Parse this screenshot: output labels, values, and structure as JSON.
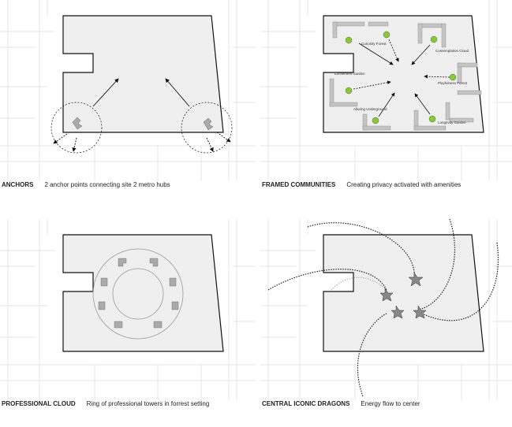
{
  "panels": [
    {
      "title": "ANCHORS",
      "caption": "2 anchor points connecting site 2 metro hubs"
    },
    {
      "title": "FRAMED COMMUNITIES",
      "caption": "Creating privacy activated with amenities",
      "amenities": [
        "Curiosity Forest",
        "Contemplation Cloud",
        "Excitement Garden",
        "Playfulness Forest",
        "Alluring Underground",
        "Longevity Garden"
      ]
    },
    {
      "title": "PROFESSIONAL CLOUD",
      "caption": "Ring of professional towers in forrest setting"
    },
    {
      "title": "CENTRAL ICONIC DRAGONS",
      "caption": "Energy flow to center"
    }
  ],
  "colors": {
    "site_fill": "#efefef",
    "amenity_green": "#8cc63f",
    "building": "#bdbdbd"
  }
}
